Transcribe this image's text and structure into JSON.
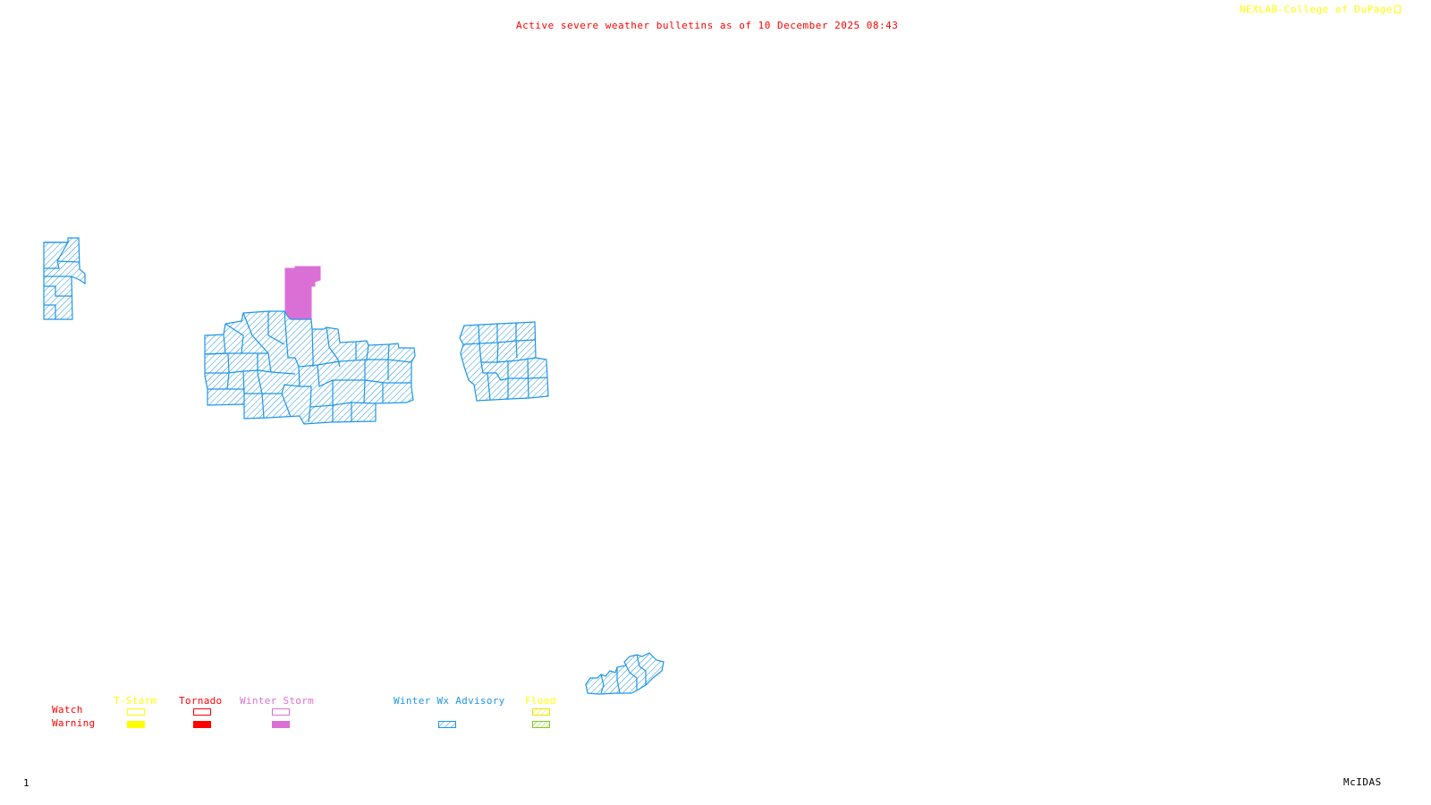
{
  "header": {
    "title": "Active severe weather bulletins as of 10 December 2025 08:43",
    "credit": "NEXLAB-College of DuPage",
    "credit_icon": "nexlab-logo-icon"
  },
  "footer": {
    "frame_number": "1",
    "software": "McIDAS"
  },
  "colors": {
    "tstorm": "#ffff00",
    "tornado": "#ff0000",
    "winter_storm": "#da70d6",
    "winter_wx_advisory": "#1e96e6",
    "flood_watch": "#ffff00",
    "flood_warning": "#7fcc1f",
    "row_label": "#ff0000",
    "title": "#ff0000",
    "credit": "#ffff00"
  },
  "legend": {
    "rows": {
      "watch": "Watch",
      "warning": "Warning"
    },
    "categories": [
      {
        "key": "tstorm",
        "label": "T-Storm",
        "watch_style": "outline",
        "warning_style": "solid"
      },
      {
        "key": "tornado",
        "label": "Tornado",
        "watch_style": "outline",
        "warning_style": "solid"
      },
      {
        "key": "winter_storm",
        "label": "Winter Storm",
        "watch_style": "outline",
        "warning_style": "solid"
      },
      {
        "key": "winter_wx_advisory",
        "label": "Winter Wx Advisory",
        "watch_style": "none",
        "warning_style": "hatched"
      },
      {
        "key": "flood",
        "label": "Flood",
        "watch_style": "hatched",
        "warning_style": "hatched"
      }
    ]
  },
  "active_regions": [
    {
      "name": "far-west-advisory-area",
      "type": "Winter Wx Advisory"
    },
    {
      "name": "central-advisory-area",
      "type": "Winter Wx Advisory"
    },
    {
      "name": "winter-storm-warning-area",
      "type": "Winter Storm Warning"
    },
    {
      "name": "east-advisory-area",
      "type": "Winter Wx Advisory"
    },
    {
      "name": "southeast-advisory-area",
      "type": "Winter Wx Advisory"
    }
  ]
}
